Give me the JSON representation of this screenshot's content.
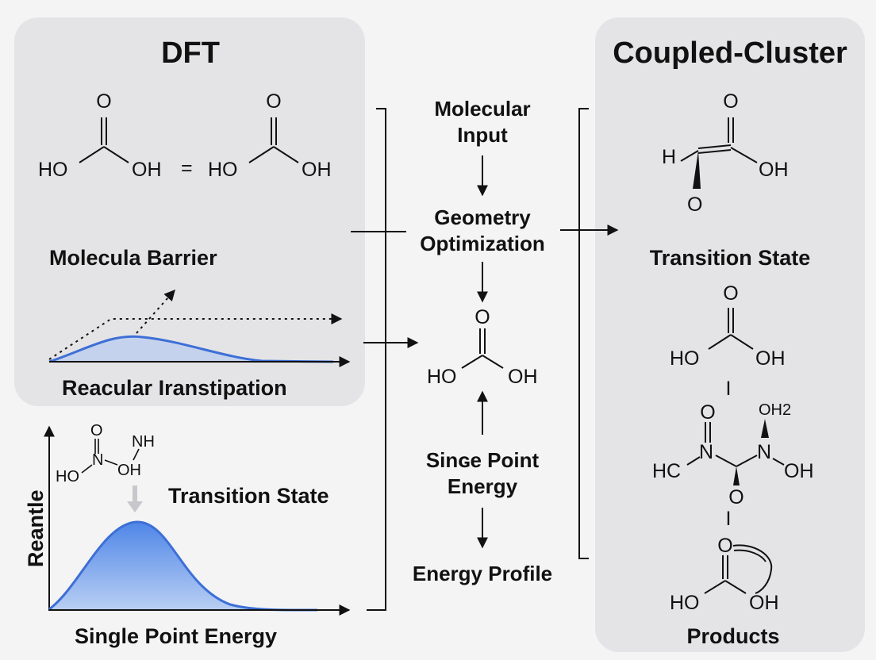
{
  "dft": {
    "title": "DFT",
    "barrier_label": "Molecula Barrier",
    "transport_label": "Reacular Iranstipation",
    "plot_ylabel": "Reantle",
    "plot_xlabel": "Single Point Energy",
    "plot_ts_label": "Transition State",
    "mol1": {
      "o_top": "O",
      "left": "HO",
      "right": "OH"
    },
    "equals": "=",
    "mol2": {
      "o_top": "O",
      "left": "HO",
      "right": "OH"
    },
    "nitro": {
      "o": "O",
      "n": "N",
      "ho": "HO",
      "oh": "OH",
      "nh": "NH"
    }
  },
  "workflow": {
    "input": "Molecular\nInput",
    "geom": "Geometry\nOptimization",
    "mol": {
      "o_top": "O",
      "left": "HO",
      "right": "OH"
    },
    "spe": "Sinɢe Point\nEnergy",
    "profile": "Energy Profile"
  },
  "cc": {
    "title": "Coupled-Cluster",
    "ts_mol": {
      "o_top": "O",
      "h": "H",
      "oh": "OH",
      "o_bottom": "O"
    },
    "ts_label": "Transition State",
    "mol2": {
      "o_top": "O",
      "left": "HO",
      "right": "OH"
    },
    "sep1": "I",
    "mol3": {
      "o_top": "O",
      "oh2": "OH2",
      "n1": "N",
      "n2": "N",
      "hc": "HC",
      "oh": "OH",
      "o_bottom": "O"
    },
    "sep2": "I",
    "mol4": {
      "o_top": "O",
      "left": "HO",
      "right": "OH"
    },
    "products_label": "Products"
  },
  "colors": {
    "curve_fill": "#5b8ee6",
    "curve_line": "#3d6fd6",
    "panel": "#e4e4e6"
  }
}
